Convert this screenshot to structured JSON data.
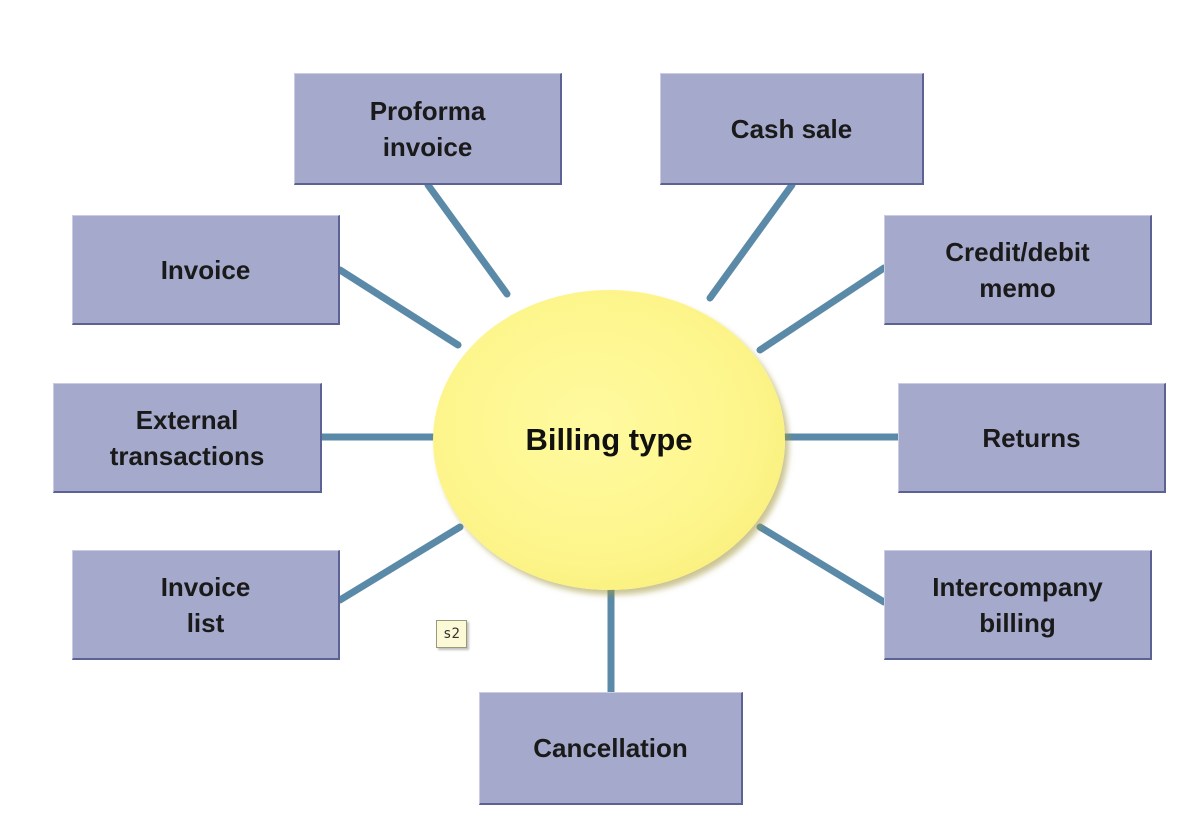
{
  "diagram": {
    "center": {
      "label": "Billing type"
    },
    "nodes": {
      "proforma_invoice": "Proforma\ninvoice",
      "cash_sale": "Cash sale",
      "invoice": "Invoice",
      "credit_debit_memo": "Credit/debit\nmemo",
      "external_transactions": "External\ntransactions",
      "returns": "Returns",
      "invoice_list": "Invoice\nlist",
      "intercompany_billing": "Intercompany\nbilling",
      "cancellation": "Cancellation"
    },
    "note_tag": "s2",
    "colors": {
      "box_fill": "#a5aacc",
      "center_fill": "#fdf58a",
      "connector": "#5a8aa8"
    }
  }
}
